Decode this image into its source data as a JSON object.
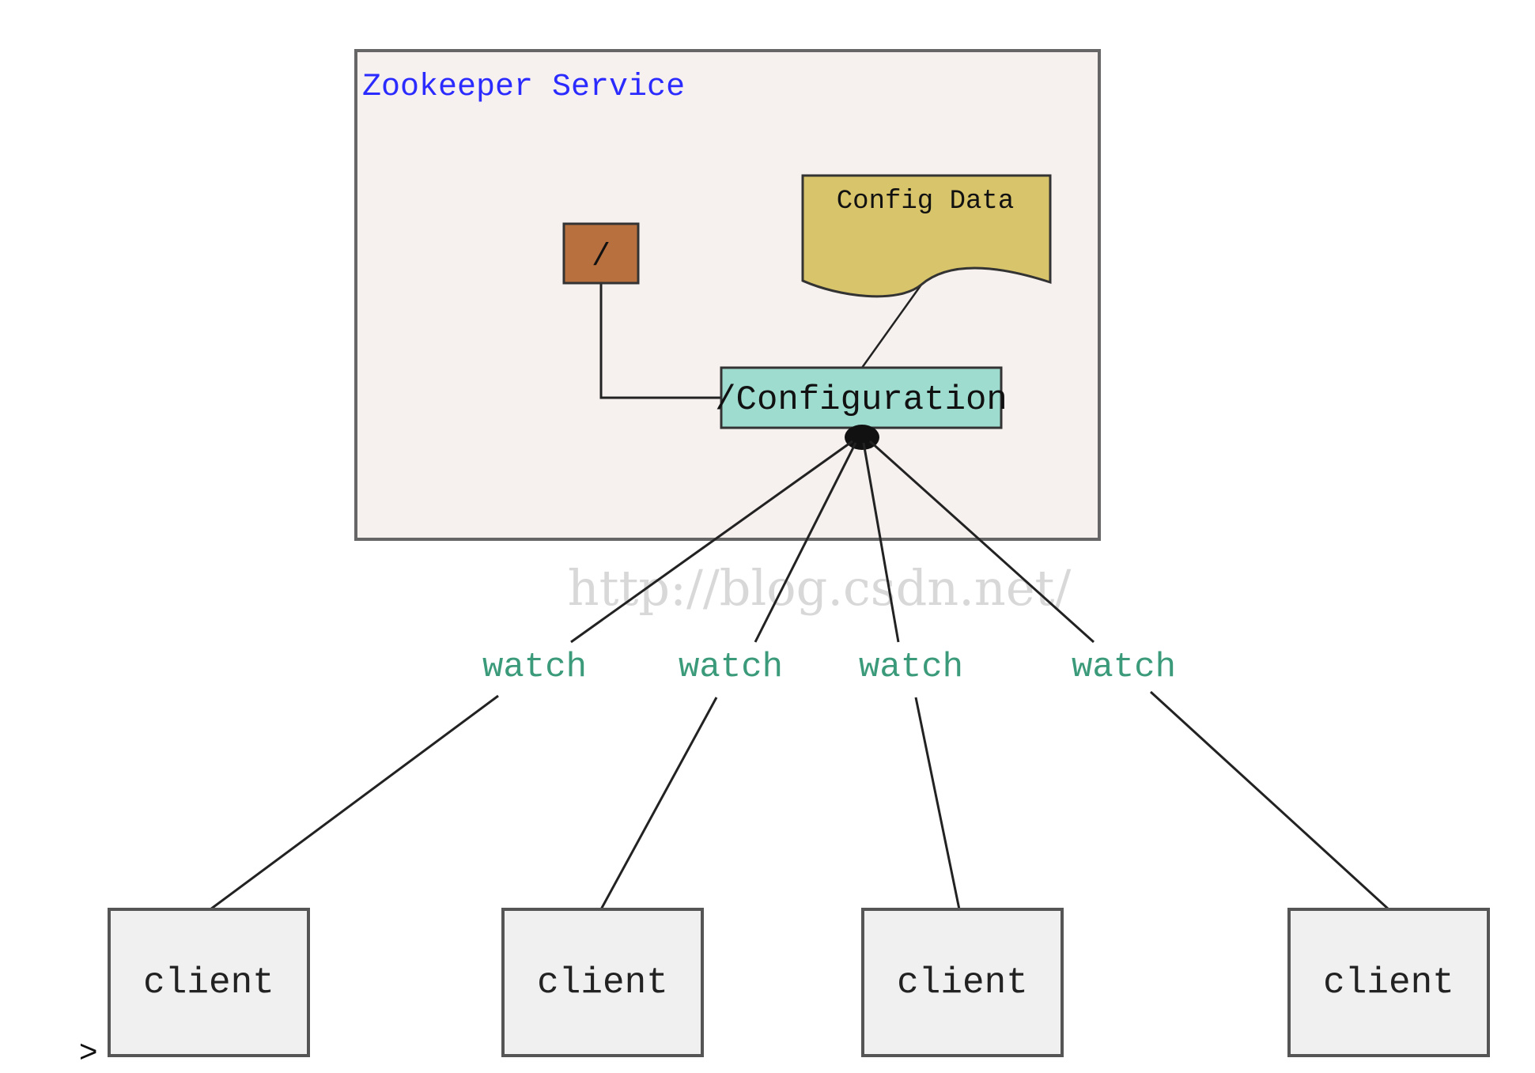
{
  "service": {
    "title": "Zookeeper Service",
    "root_node_label": "/",
    "config_node_label": "/Configuration",
    "config_data_label": "Config Data"
  },
  "watch_labels": [
    "watch",
    "watch",
    "watch",
    "watch"
  ],
  "clients": [
    {
      "label": "client"
    },
    {
      "label": "client"
    },
    {
      "label": "client"
    },
    {
      "label": "client"
    }
  ],
  "watermark": "http://blog.csdn.net/",
  "prompt_glyph": ">",
  "colors": {
    "service_bg": "#f6f1ee",
    "title_blue": "#2b2bff",
    "root_fill": "#b8703f",
    "config_fill": "#9fdcd0",
    "data_fill": "#d8c46a",
    "client_fill": "#f0f0f0",
    "watch_green": "#3a9a7a",
    "watermark_gray": "#d8d8d8"
  }
}
